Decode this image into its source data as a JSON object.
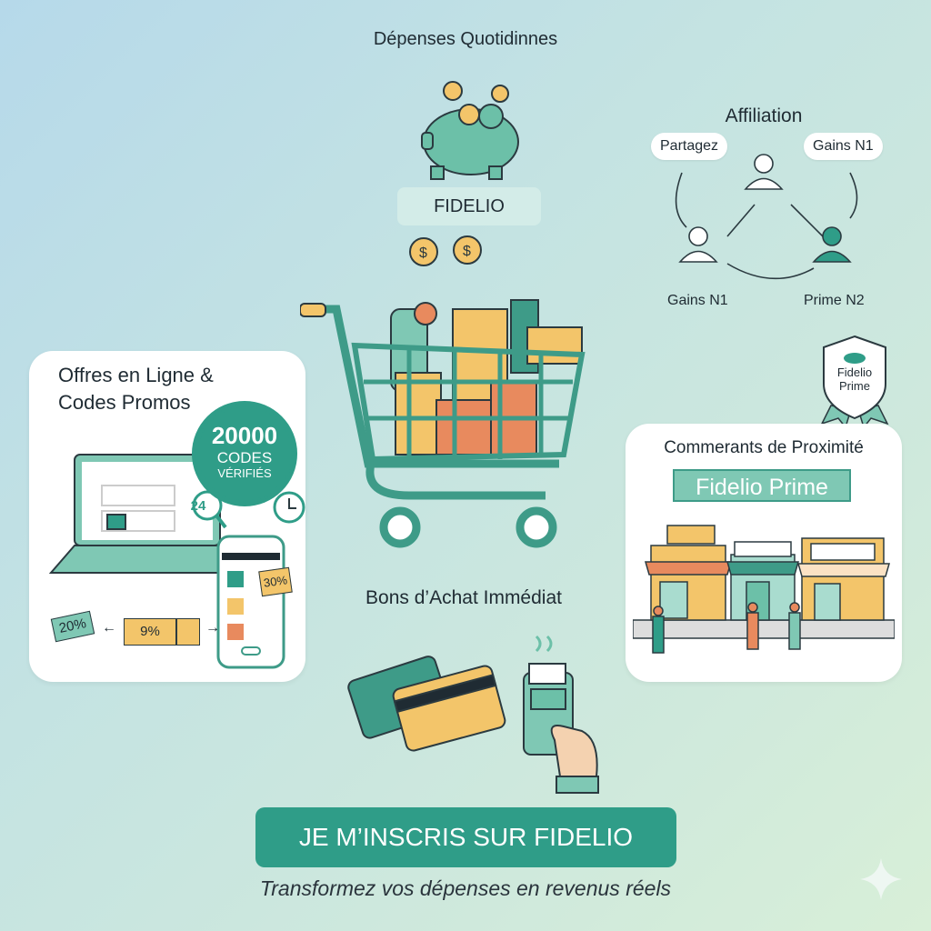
{
  "header": {
    "title": "Dépenses Quotidinnes",
    "brand": "FIDELIO"
  },
  "affiliation": {
    "title": "Affiliation",
    "share": "Partagez",
    "gains_top": "Gains N1",
    "gains_left": "Gains N1",
    "prime": "Prime N2"
  },
  "online": {
    "title_line1": "Offres en Ligne &",
    "title_line2": "Codes Promos",
    "badge_number": "20000",
    "badge_line1": "CODES",
    "badge_line2": "VÉRIFIÉS",
    "search_count": "24",
    "coupon_a": "20%",
    "coupon_b": "9%",
    "coupon_c": "30%"
  },
  "local": {
    "badge_line1": "Fidelio",
    "badge_line2": "Prime",
    "title": "Commerants de Proximité",
    "banner": "Fidelio Prime"
  },
  "vouchers": {
    "title": "Bons d’Achat Immédiat"
  },
  "cta": {
    "label": "JE M’INSCRIS SUR FIDELIO"
  },
  "tagline": "Transformez vos dépenses en revenus réels",
  "colors": {
    "teal": "#2f9d88",
    "mint": "#7fc8b4",
    "gold": "#f3c56a",
    "coral": "#e88a5e",
    "text": "#1f2b33"
  }
}
